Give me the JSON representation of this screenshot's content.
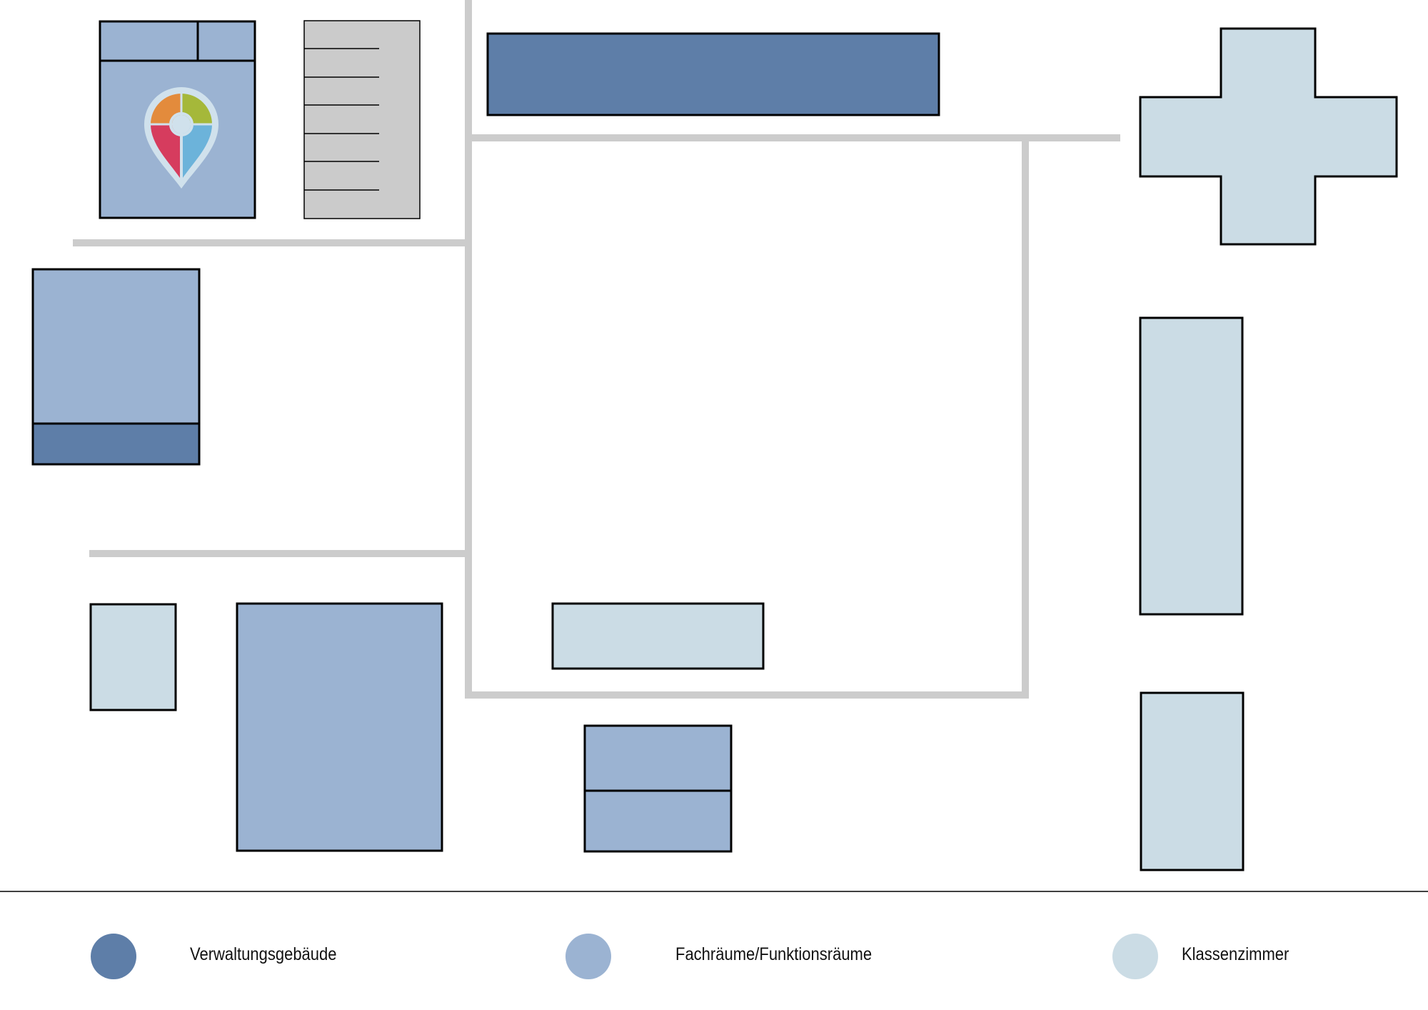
{
  "colors": {
    "administration": "#5e7ea8",
    "special_rooms": "#9bb3d2",
    "classrooms": "#cbdce5",
    "paths": "#cccccc",
    "stairs": "#cbcbcb",
    "outline": "#000000",
    "pin_orange": "#e38b3c",
    "pin_green": "#a5b83a",
    "pin_red": "#d63c5e",
    "pin_blue": "#6cb3da"
  },
  "legend": [
    {
      "label": "Verwaltungsgebäude",
      "category": "administration",
      "icon": "filled-circle"
    },
    {
      "label": "Fachräume/Funktionsräume",
      "category": "special_rooms",
      "icon": "filled-circle"
    },
    {
      "label": "Klassenzimmer",
      "category": "classrooms",
      "icon": "filled-circle"
    }
  ],
  "markers": [
    {
      "name": "location-pin-icon",
      "icon": "map-pin-quadrant-colored"
    }
  ]
}
